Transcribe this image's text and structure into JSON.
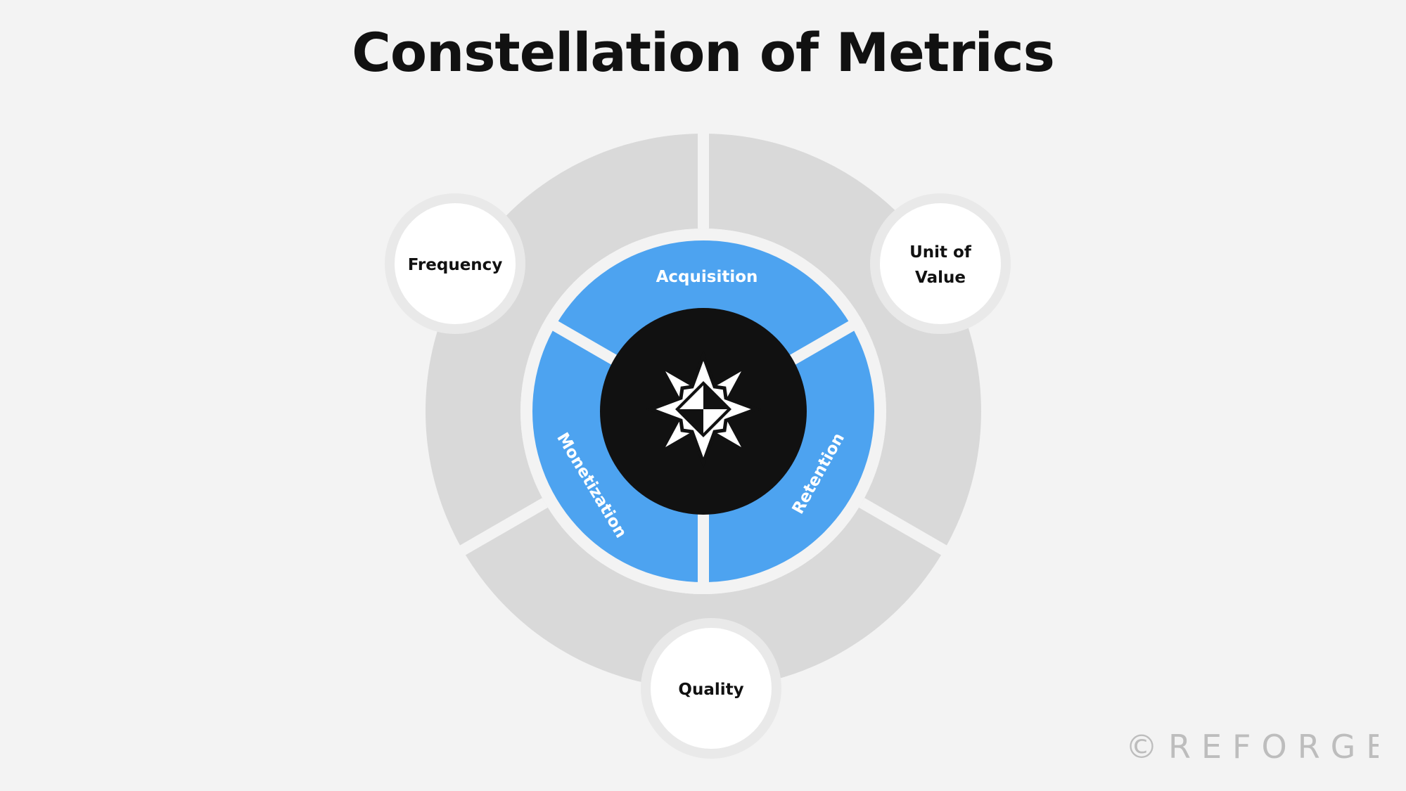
{
  "title": "Constellation of Metrics",
  "inner_segments": [
    {
      "label": "Acquisition"
    },
    {
      "label": "Retention"
    },
    {
      "label": "Monetization"
    }
  ],
  "outer_nodes": [
    {
      "label_lines": [
        "Frequency"
      ]
    },
    {
      "label_lines": [
        "Unit of",
        "Value"
      ]
    },
    {
      "label_lines": [
        "Quality"
      ]
    }
  ],
  "center_icon": "compass-star-icon",
  "watermark": "©REFORGE",
  "colors": {
    "background": "#f3f3f3",
    "outer_ring": "#d9d9d9",
    "inner_ring": "#4da3f0",
    "center": "#111111",
    "node": "#ffffff",
    "title": "#111111",
    "watermark": "#bdbdbd"
  }
}
